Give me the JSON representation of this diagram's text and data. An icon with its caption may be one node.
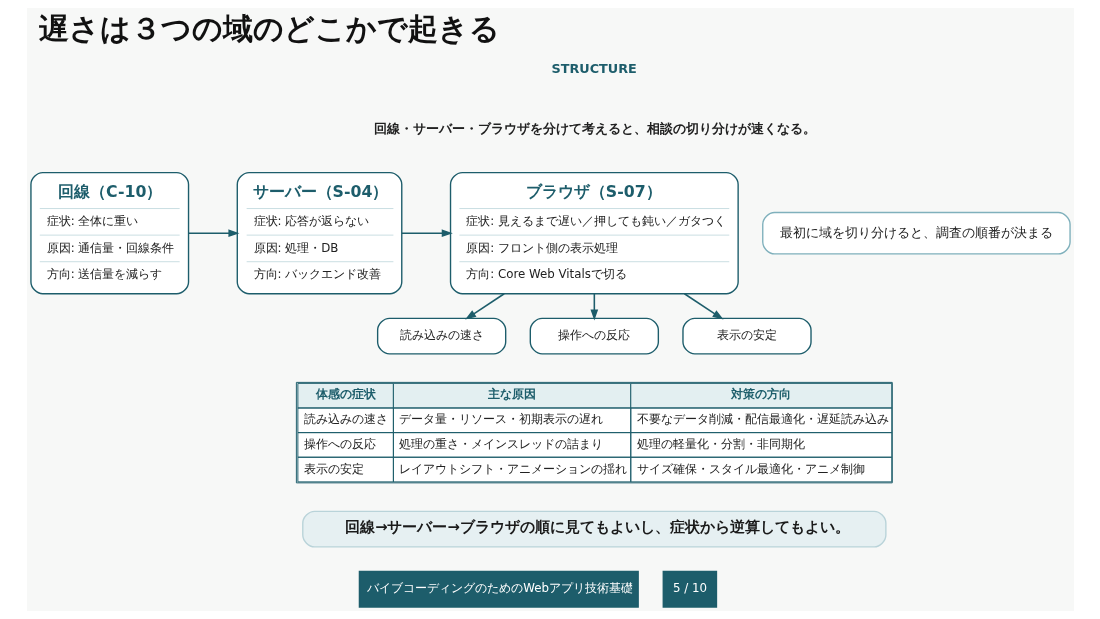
{
  "diagram": {
    "title": "遅さは３つの域のどこかで起きる",
    "nodes": [
      {
        "text": [
          "回線（C-10）",
          "症状: 全体に重い",
          "原因: 通信量・回線条件",
          "方向: 送信量を減らす"
        ]
      },
      {
        "text": [
          "サーバー（S-04）",
          "症状: 応答が返らない",
          "原因: 処理・DB",
          "方向: バックエンド改善"
        ]
      },
      {
        "text": [
          "ブラウザ（S-07）",
          "症状: 見えるまで遅い／押しても鈍い／ガタつく",
          "原因: フロント側の表示処理",
          "方向: Core Web Vitalsで切る"
        ]
      },
      {
        "text": [
          "最初に域を切り分けると、調査の順番が決まる"
        ]
      },
      {
        "text": [
          "読み込みの速さ"
        ]
      },
      {
        "text": [
          "操作への反応"
        ]
      },
      {
        "text": [
          "表示の安定"
        ]
      }
    ],
    "edges": [
      {
        "from": 0,
        "to": 1,
        "arrow": "to"
      },
      {
        "from": 1,
        "to": 2,
        "arrow": "to"
      },
      {
        "from": 2,
        "to": 4,
        "arrow": "to"
      },
      {
        "from": 2,
        "to": 5,
        "arrow": "to"
      },
      {
        "from": 2,
        "to": 6,
        "arrow": "to"
      }
    ],
    "labels": [
      "STRUCTURE",
      "回線・サーバー・ブラウザを分けて考えると、相談の切り分けが速くなる。",
      "体感の症状",
      "主な原因",
      "対策の方向",
      "読み込みの速さ",
      "データ量・リソース・初期表示の遅れ",
      "不要なデータ削減・配信最適化・遅延読み込み",
      "操作への反応",
      "処理の重さ・メインスレッドの詰まり",
      "処理の軽量化・分割・非同期化",
      "表示の安定",
      "レイアウトシフト・アニメーションの揺れ",
      "サイズ確保・スタイル最適化・アニメ制御",
      "回線→サーバー→ブラウザの順に見てもよいし、症状から逆算してもよい。",
      "バイブコーディングのためのWebアプリ技術基礎",
      "5 / 10"
    ]
  }
}
